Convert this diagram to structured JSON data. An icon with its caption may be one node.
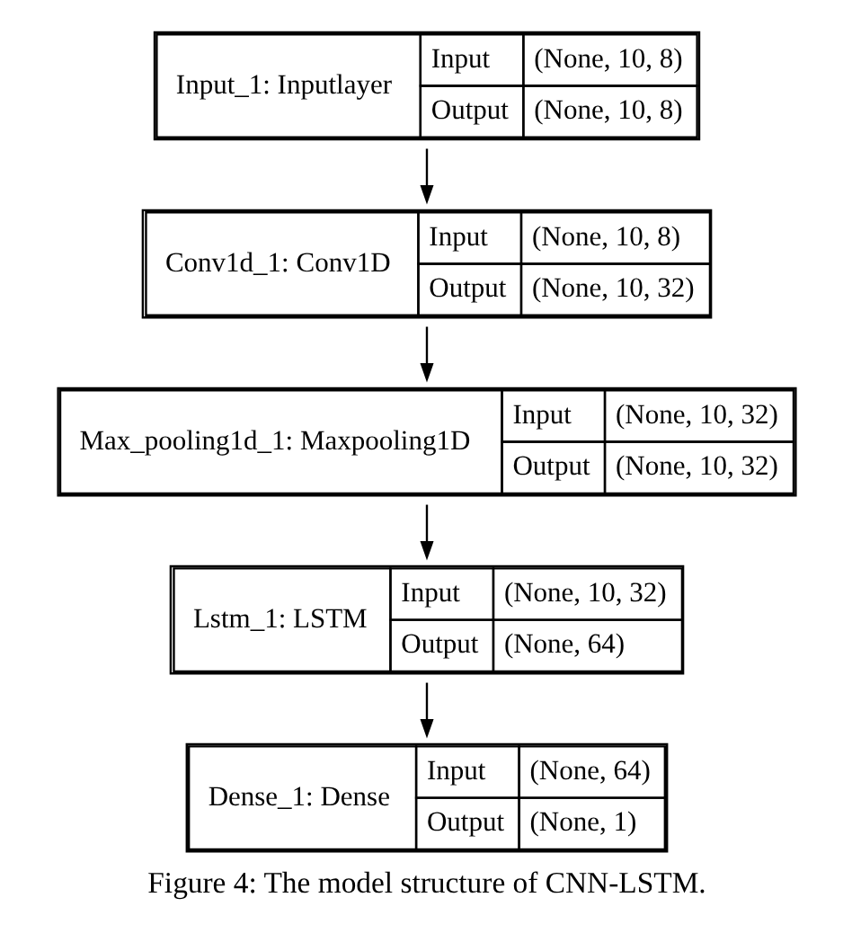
{
  "diagram": {
    "caption": "Figure 4: The model structure of CNN-LSTM.",
    "nodes": [
      {
        "text": [
          "Input_1: Inputlayer",
          "Input",
          "(None, 10, 8)",
          "Output",
          "(None, 10, 8)"
        ]
      },
      {
        "text": [
          "Conv1d_1: Conv1D",
          "Input",
          "(None, 10, 8)",
          "Output",
          "(None, 10, 32)"
        ]
      },
      {
        "text": [
          "Max_pooling1d_1: Maxpooling1D",
          "Input",
          "(None, 10, 32)",
          "Output",
          "(None, 10, 32)"
        ]
      },
      {
        "text": [
          "Lstm_1: LSTM",
          "Input",
          "(None, 10, 32)",
          "Output",
          "(None, 64)"
        ]
      },
      {
        "text": [
          "Dense_1: Dense",
          "Input",
          "(None, 64)",
          "Output",
          "(None, 1)"
        ]
      }
    ],
    "edges": [
      {
        "from": 0,
        "to": 1,
        "arrow": "to"
      },
      {
        "from": 1,
        "to": 2,
        "arrow": "to"
      },
      {
        "from": 2,
        "to": 3,
        "arrow": "to"
      },
      {
        "from": 3,
        "to": 4,
        "arrow": "to"
      }
    ]
  }
}
